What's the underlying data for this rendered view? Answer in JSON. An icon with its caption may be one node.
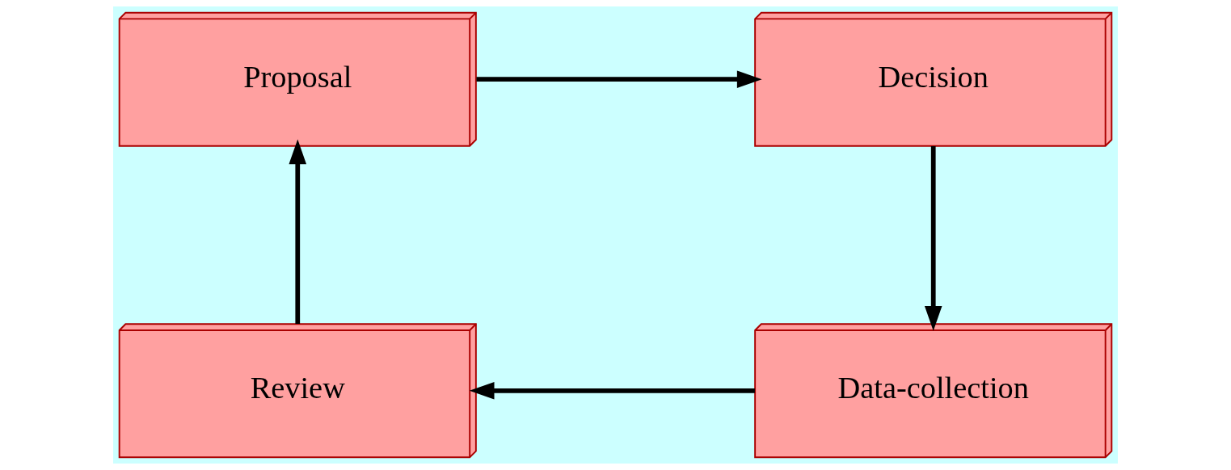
{
  "diagram": {
    "nodes": [
      {
        "text": [
          "Proposal"
        ]
      },
      {
        "text": [
          "Decision"
        ]
      },
      {
        "text": [
          "Data-collection"
        ]
      },
      {
        "text": [
          "Review"
        ]
      }
    ],
    "edges": [
      {
        "from": 0,
        "to": 1,
        "arrow": "to"
      },
      {
        "from": 1,
        "to": 2,
        "arrow": "to"
      },
      {
        "from": 2,
        "to": 3,
        "arrow": "to"
      },
      {
        "from": 3,
        "to": 0,
        "arrow": "to"
      }
    ]
  }
}
